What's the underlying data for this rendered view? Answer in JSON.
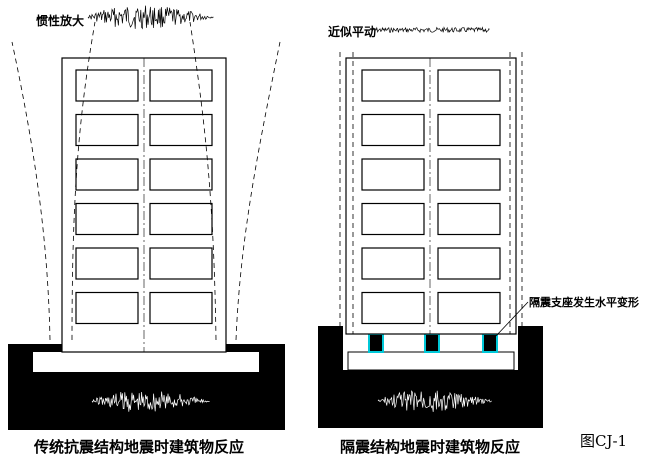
{
  "labels": {
    "inertia_amplified": "惯性放大",
    "approx_translation": "近似平动",
    "bearing_deform": "隔震支座发生水平变形",
    "caption_left": "传统抗震结构地震时建筑物反应",
    "caption_right": "隔震结构地震时建筑物反应",
    "figure_id": "图CJ-1"
  },
  "colors": {
    "ink": "#000000",
    "ground": "#000000",
    "paper": "#ffffff",
    "bearing": "#00c8d8"
  },
  "structure": {
    "floors": 6,
    "windows_per_floor": 2,
    "isolation_bearings": 3
  }
}
